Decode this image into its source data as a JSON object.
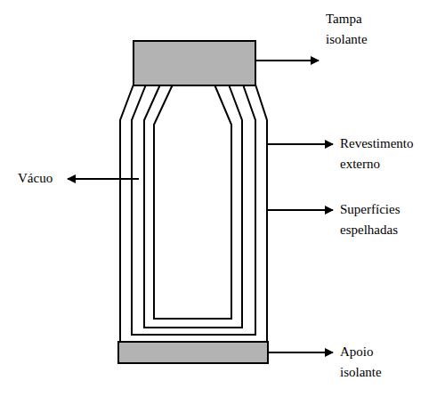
{
  "diagram": {
    "labels": [
      "Tampa isolante",
      "Revestimento externo",
      "Vácuo",
      "Superfícies espelhadas",
      "Apoio isolante"
    ]
  }
}
